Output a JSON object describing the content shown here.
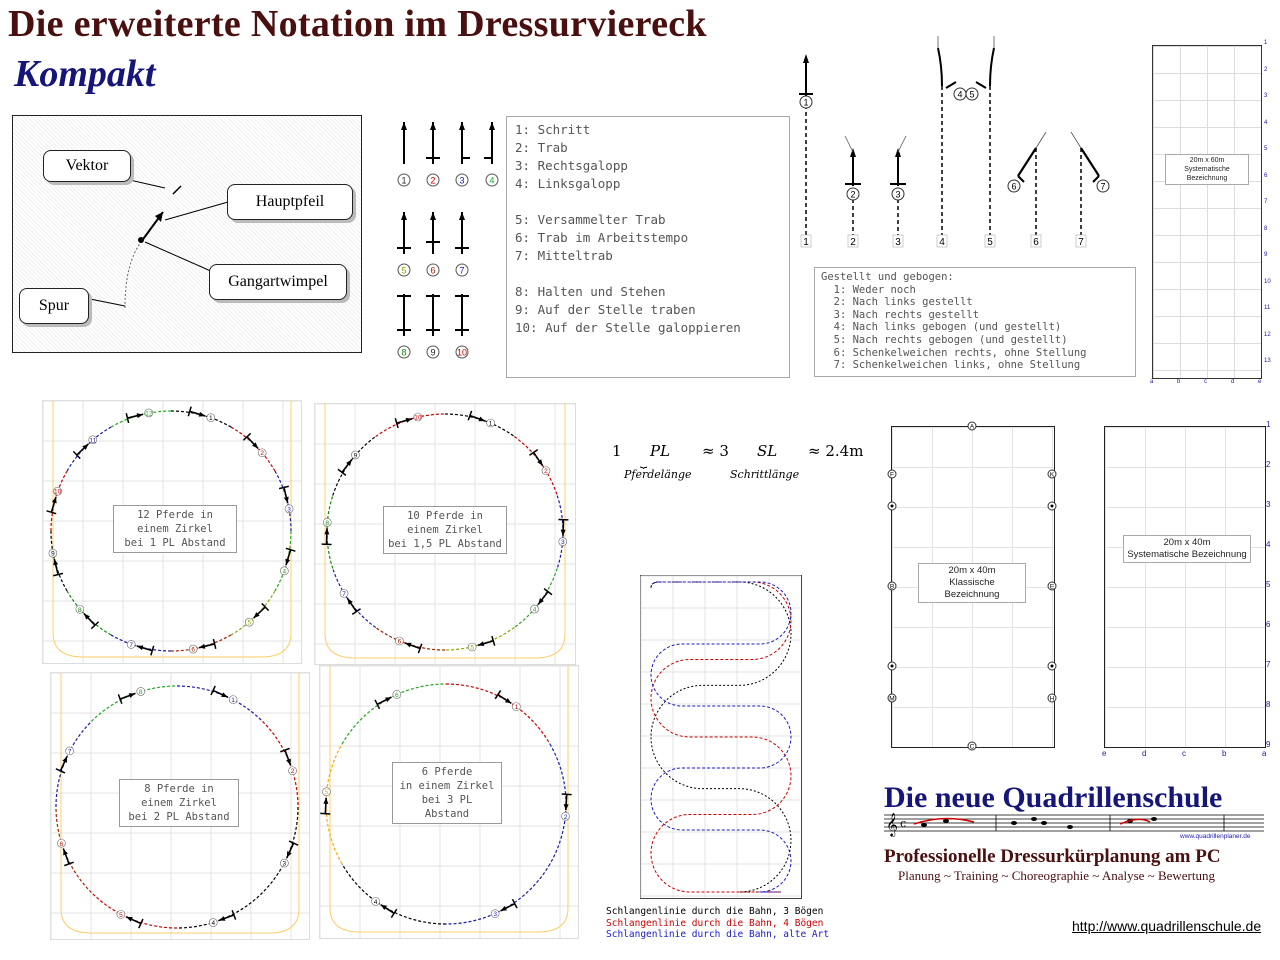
{
  "header": {
    "title": "Die erweiterte Notation im Dressurviereck",
    "subtitle": "Kompakt"
  },
  "vector_diagram": {
    "labels": {
      "vektor": "Vektor",
      "hauptpfeil": "Hauptpfeil",
      "gangart": "Gangartwimpel",
      "spur": "Spur"
    }
  },
  "gait_symbols": {
    "row1": [
      "1",
      "2",
      "3",
      "4"
    ],
    "row2": [
      "5",
      "6",
      "7"
    ],
    "row3": [
      "8",
      "9",
      "10"
    ],
    "colors": {
      "1": "#222222",
      "2": "#cc0000",
      "3": "#1a1aaa",
      "4": "#22aa22",
      "5": "#8aaa00",
      "6": "#aa2200",
      "7": "#1a1aaa",
      "8": "#118811",
      "9": "#222222",
      "10": "#cc0000"
    }
  },
  "gait_legend": {
    "lines": [
      "1: Schritt",
      "2: Trab",
      "3: Rechtsgalopp",
      "4: Linksgalopp",
      "",
      "5: Versammelter Trab",
      "6: Trab im Arbeitstempo",
      "7: Mitteltrab",
      "",
      "8: Halten und Stehen",
      "9: Auf der Stelle traben",
      "10: Auf der Stelle galoppieren"
    ]
  },
  "bend_symbols": {
    "numbers": [
      "1",
      "2",
      "3",
      "4",
      "5",
      "6",
      "7"
    ]
  },
  "bend_legend": {
    "lines": [
      "Gestellt und gebogen:",
      "  1: Weder noch",
      "  2: Nach links gestellt",
      "  3: Nach rechts gestellt",
      "  4: Nach links gebogen (und gestellt)",
      "  5: Nach rechts gebogen (und gestellt)",
      "  6: Schenkelweichen rechts, ohne Stellung",
      "  7: Schenkelweichen links, ohne Stellung"
    ]
  },
  "arena_small": {
    "label": "20m x 60m",
    "label2": "Systematische Bezeichnung",
    "left_ticks": [
      "1",
      "2",
      "3",
      "4",
      "5",
      "6",
      "7",
      "8",
      "9",
      "10",
      "11",
      "12",
      "13"
    ],
    "bottom_ticks": [
      "a",
      "b",
      "c",
      "d",
      "e"
    ]
  },
  "circles": [
    {
      "line1": "12 Pferde in",
      "line2": "einem Zirkel",
      "line3": "bei 1 PL Abstand",
      "count": 12
    },
    {
      "line1": "10 Pferde in",
      "line2": "einem Zirkel",
      "line3": "bei 1,5 PL Abstand",
      "count": 10
    },
    {
      "line1": "8 Pferde in",
      "line2": "einem Zirkel",
      "line3": "bei 2 PL Abstand",
      "count": 8
    },
    {
      "line1": "6 Pferde",
      "line2": "in einem Zirkel",
      "line3": "bei 3 PL Abstand",
      "count": 6
    }
  ],
  "formula": {
    "one": "1",
    "pl": "PL",
    "approx1": "≈ 3",
    "sl": "SL",
    "approx2": "≈ 2.4m",
    "pl_label": "Pferdelänge",
    "sl_label": "Schrittlänge"
  },
  "snake": {
    "captions": [
      {
        "text": "Schlangenlinie durch die Bahn, 3 Bögen",
        "color": "#000000"
      },
      {
        "text": "Schlangenlinie durch die Bahn, 4 Bögen",
        "color": "#cc0000"
      },
      {
        "text": "Schlangenlinie durch die Bahn, alte Art",
        "color": "#1a1acc"
      }
    ]
  },
  "arena_classic": {
    "label1": "20m x 40m",
    "label2": "Klassische Bezeichnung",
    "letters": {
      "top": "A",
      "bottom": "C",
      "left": [
        "F",
        "B",
        "M"
      ],
      "right": [
        "K",
        "E",
        "H"
      ]
    }
  },
  "arena_system": {
    "label1": "20m x 40m",
    "label2": "Systematische Bezeichnung",
    "right_ticks": [
      "1",
      "2",
      "3",
      "4",
      "5",
      "6",
      "7",
      "8",
      "9"
    ],
    "bottom_ticks": [
      "e",
      "d",
      "c",
      "b",
      "a"
    ]
  },
  "branding": {
    "name": "Die neue Quadrillenschule",
    "tagline": "Professionelle Dressurkürplanung am PC",
    "services": "Planung ~ Training ~ Choreographie ~ Analyse ~ Bewertung",
    "site_small": "www.quadrillenplaner.de",
    "url": "http://www.quadrillenschule.de"
  }
}
